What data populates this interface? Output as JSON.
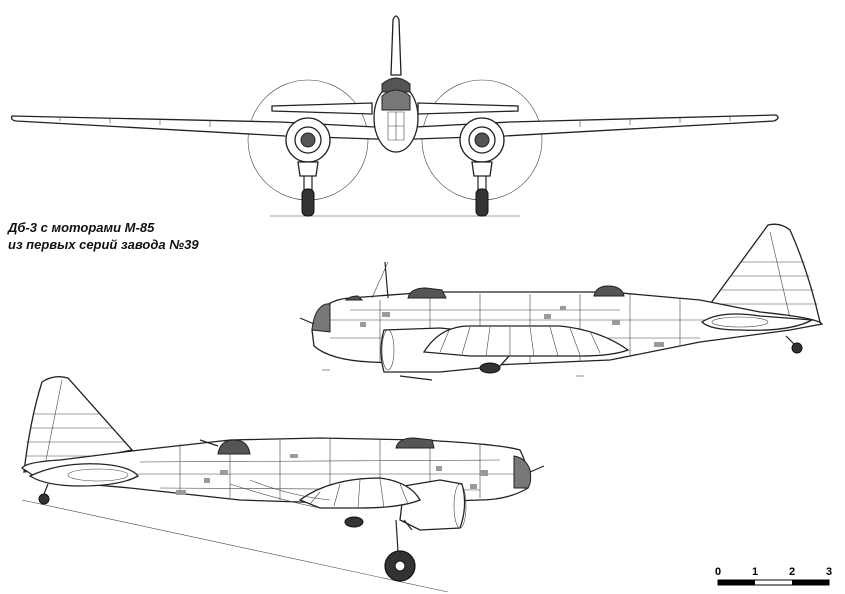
{
  "caption": {
    "line1": "Дб-3 с моторами М-85",
    "line2": "из первых серий завода №39"
  },
  "scale_bar": {
    "labels": [
      "0",
      "1",
      "2",
      "3"
    ]
  },
  "colors": {
    "stroke": "#222222",
    "panel_shade": "#9a9a9a",
    "glass": "#6e6e6e",
    "background": "#ffffff"
  }
}
